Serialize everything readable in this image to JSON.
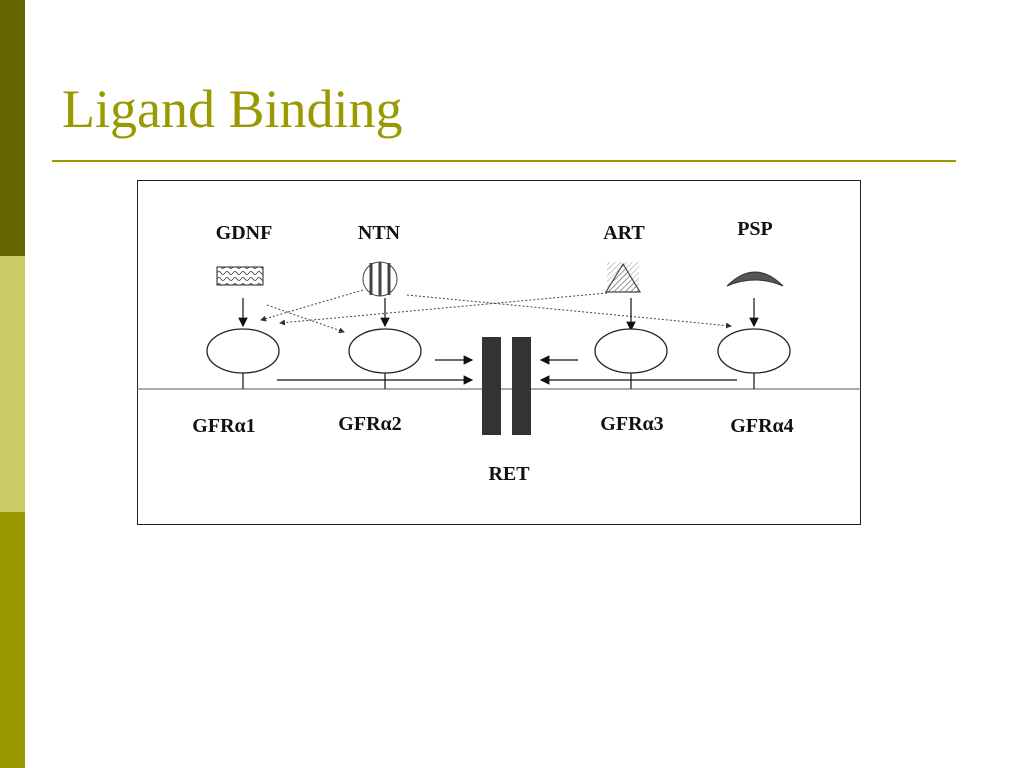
{
  "slide": {
    "title": "Ligand Binding"
  },
  "diagram": {
    "ligands": [
      "GDNF",
      "NTN",
      "ART",
      "PSP"
    ],
    "receptors": [
      "GFRα1",
      "GFRα2",
      "GFRα3",
      "GFRα4"
    ],
    "core_receptor": "RET"
  },
  "colors": {
    "title": "#999900",
    "bar_top": "#666600",
    "bar_mid": "#CCCC66",
    "bar_bottom": "#999900",
    "ret": "#333333"
  }
}
